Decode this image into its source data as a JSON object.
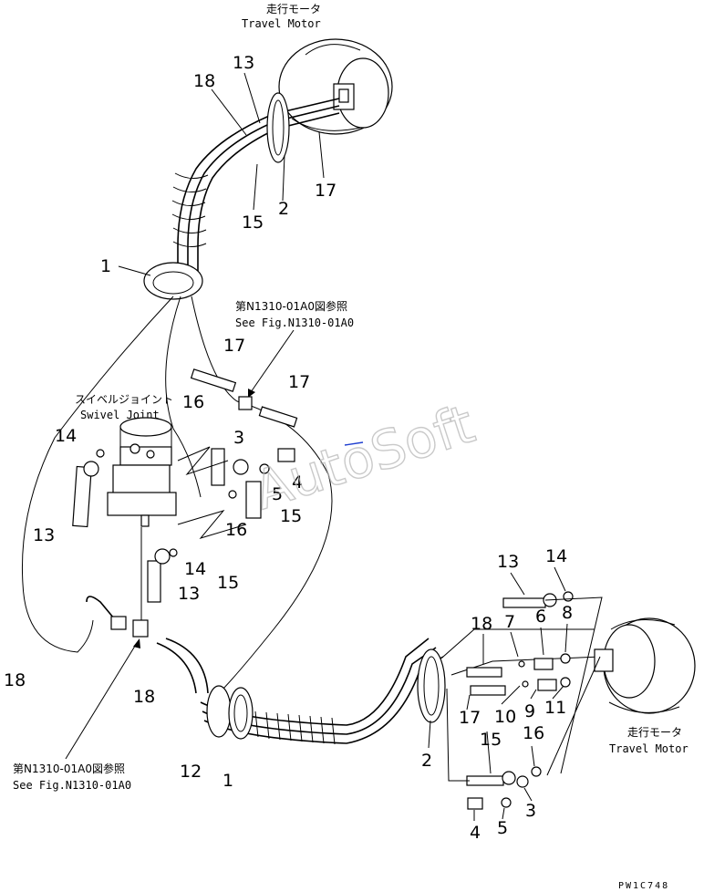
{
  "labels": {
    "travel_motor_jp": "走行モータ",
    "travel_motor_en": "Travel Motor",
    "see_fig_jp": "第N1310-01A0図参照",
    "see_fig_en": "See Fig.N1310-01A0",
    "swivel_joint_jp": "スイベルジョイント",
    "swivel_joint_en": "Swivel Joint"
  },
  "watermark": "AutoSoft",
  "drawing_code": "PW1C748",
  "callouts": {
    "top_13": "13",
    "top_18": "18",
    "top_17": "17",
    "top_15": "15",
    "top_2": "2",
    "left_1": "1",
    "mid_17a": "17",
    "mid_17b": "17",
    "mid_16a": "16",
    "mid_14a": "14",
    "mid_3": "3",
    "mid_4": "4",
    "mid_5": "5",
    "mid_15a": "15",
    "mid_16b": "16",
    "mid_13": "13",
    "mid_14b": "14",
    "mid_15b": "15",
    "mid_13b": "13",
    "bot_18a": "18",
    "bot_18b": "18",
    "bot_12": "12",
    "bot_1": "1",
    "r_13": "13",
    "r_14": "14",
    "r_7": "7",
    "r_6": "6",
    "r_8": "8",
    "r_18": "18",
    "r_17": "17",
    "r_10": "10",
    "r_9": "9",
    "r_11": "11",
    "r_15": "15",
    "r_16": "16",
    "r_2": "2",
    "r_3": "3",
    "r_4": "4",
    "r_5": "5"
  }
}
